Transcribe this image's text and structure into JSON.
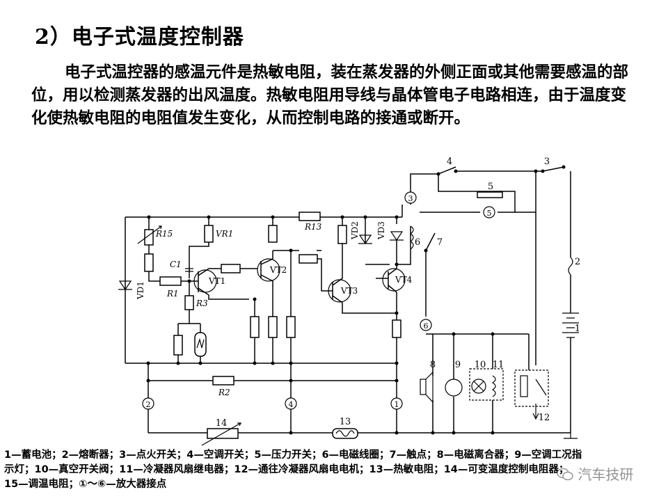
{
  "title": "2）电子式温度控制器",
  "paragraph": "电子式温控器的感温元件是热敏电阻，装在蒸发器的外侧正面或其他需要感温的部位，用以检测蒸发器的出风温度。热敏电阻用导线与晶体管电子电路相连，由于温度变化使热敏电阻的电阻值发生变化，从而控制电路的接通或断开。",
  "labels": {
    "R15": "R15",
    "VR1": "VR1",
    "C1": "C1",
    "VT1": "VT1",
    "VT2": "VT2",
    "VT3": "VT3",
    "VT4": "VT4",
    "R13": "R13",
    "VD1": "VD1",
    "VD2": "VD2",
    "VD3": "VD3",
    "R1": "R1",
    "R3": "R3",
    "R2": "R2",
    "n1": "1",
    "n2": "2",
    "n3": "3",
    "n4": "4",
    "n5": "5",
    "n6": "6",
    "n7": "7",
    "n8": "8",
    "n9": "9",
    "n10": "10",
    "n11": "11",
    "n12": "12",
    "n13": "13",
    "n14": "14",
    "c1": "1",
    "c2": "2",
    "c3": "3",
    "c4": "4",
    "c5": "5",
    "c6": "6"
  },
  "legend": {
    "line1": "1—蓄电池；2—熔断器；3—点火开关；4—空调开关；5—压力开关；6—电磁线圈；7—触点；8—电磁离合器；9—空调工况指",
    "line2": "示灯；10—真空开关阀；11—冷凝器风扇继电器；12—通往冷凝器风扇电电机；13—热敏电阻；14—可变温度控制电阻器；",
    "line3": "15—调温电阻；①～⑥—放大器接点"
  },
  "watermark": "汽车技研"
}
